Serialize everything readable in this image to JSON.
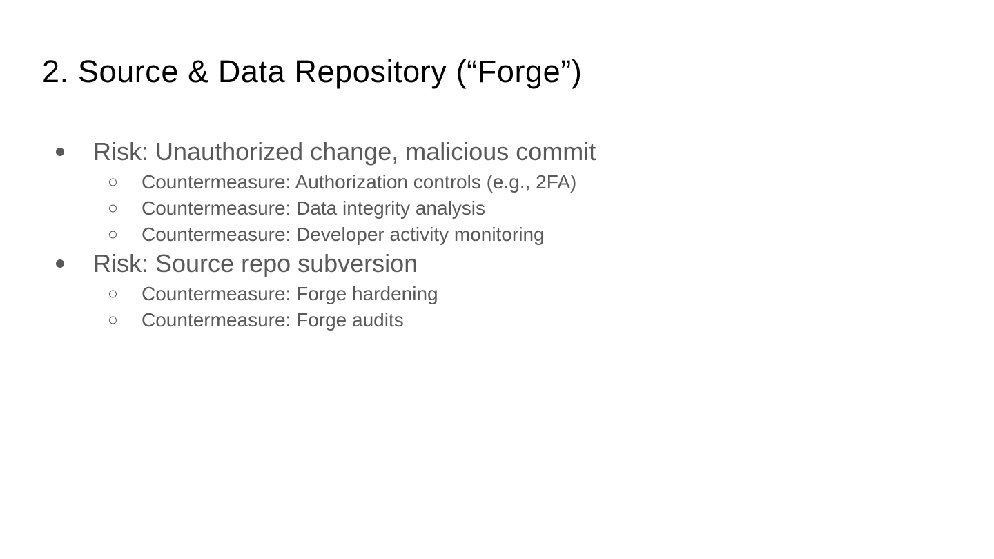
{
  "slide": {
    "title": "2. Source & Data Repository (“Forge”)",
    "bullets": [
      {
        "risk": "Risk: Unauthorized change, malicious commit",
        "countermeasures": [
          "Countermeasure: Authorization controls (e.g., 2FA)",
          "Countermeasure: Data integrity analysis",
          "Countermeasure: Developer activity monitoring"
        ]
      },
      {
        "risk": "Risk: Source repo subversion",
        "countermeasures": [
          "Countermeasure: Forge hardening",
          "Countermeasure: Forge audits"
        ]
      }
    ],
    "bullet_styles": {
      "level1": "filled-circle",
      "level2": "hollow-circle"
    }
  },
  "colors": {
    "background": "#ffffff",
    "title_text": "#000000",
    "body_text": "#595959"
  }
}
